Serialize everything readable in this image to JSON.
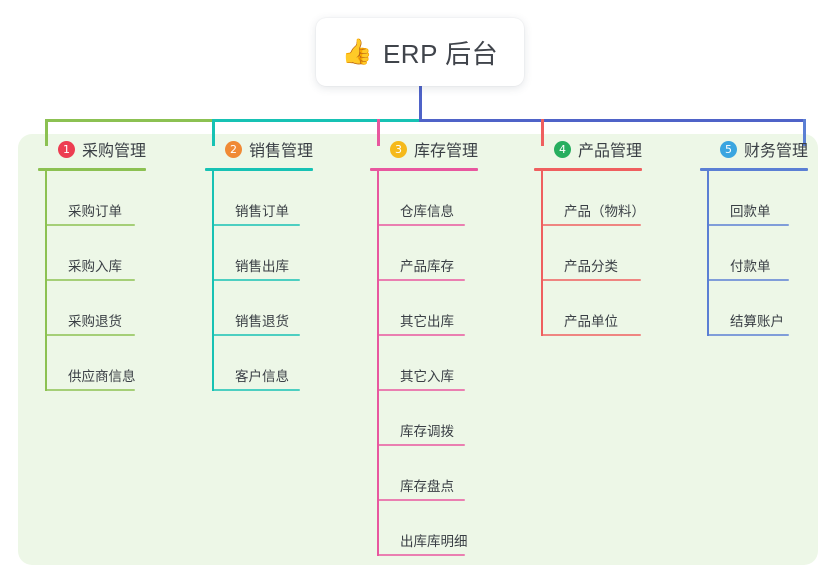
{
  "root": {
    "icon": "thumbs-up-icon",
    "icon_glyph": "👍",
    "title": "ERP 后台"
  },
  "panel": {
    "background": "#edf7e7"
  },
  "connectors": {
    "trunk_color": "#4f63c8",
    "bus_segments": [
      {
        "color": "#8cc152"
      },
      {
        "color": "#17c2b4"
      },
      {
        "color": "#4f63c8"
      }
    ]
  },
  "columns": [
    {
      "index": "1",
      "badge_glyph": "1",
      "badge_color": "#ed3d51",
      "line_color": "#8cc152",
      "title": "采购管理",
      "items": [
        {
          "label": "采购订单"
        },
        {
          "label": "采购入库"
        },
        {
          "label": "采购退货"
        },
        {
          "label": "供应商信息"
        }
      ]
    },
    {
      "index": "2",
      "badge_glyph": "2",
      "badge_color": "#f08a35",
      "line_color": "#17c2b4",
      "title": "销售管理",
      "items": [
        {
          "label": "销售订单"
        },
        {
          "label": "销售出库"
        },
        {
          "label": "销售退货"
        },
        {
          "label": "客户信息"
        }
      ]
    },
    {
      "index": "3",
      "badge_glyph": "3",
      "badge_color": "#f5b91b",
      "line_color": "#e8579f",
      "title": "库存管理",
      "items": [
        {
          "label": "仓库信息"
        },
        {
          "label": "产品库存"
        },
        {
          "label": "其它出库"
        },
        {
          "label": "其它入库"
        },
        {
          "label": "库存调拨"
        },
        {
          "label": "库存盘点"
        },
        {
          "label": "出库库明细"
        }
      ]
    },
    {
      "index": "4",
      "badge_glyph": "4",
      "badge_color": "#27ae5f",
      "line_color": "#ef5f5f",
      "title": "产品管理",
      "items": [
        {
          "label": "产品（物料）"
        },
        {
          "label": "产品分类"
        },
        {
          "label": "产品单位"
        }
      ]
    },
    {
      "index": "5",
      "badge_glyph": "5",
      "badge_color": "#3aa5e0",
      "line_color": "#5b7fd4",
      "title": "财务管理",
      "items": [
        {
          "label": "回款单"
        },
        {
          "label": "付款单"
        },
        {
          "label": "结算账户"
        }
      ]
    }
  ]
}
